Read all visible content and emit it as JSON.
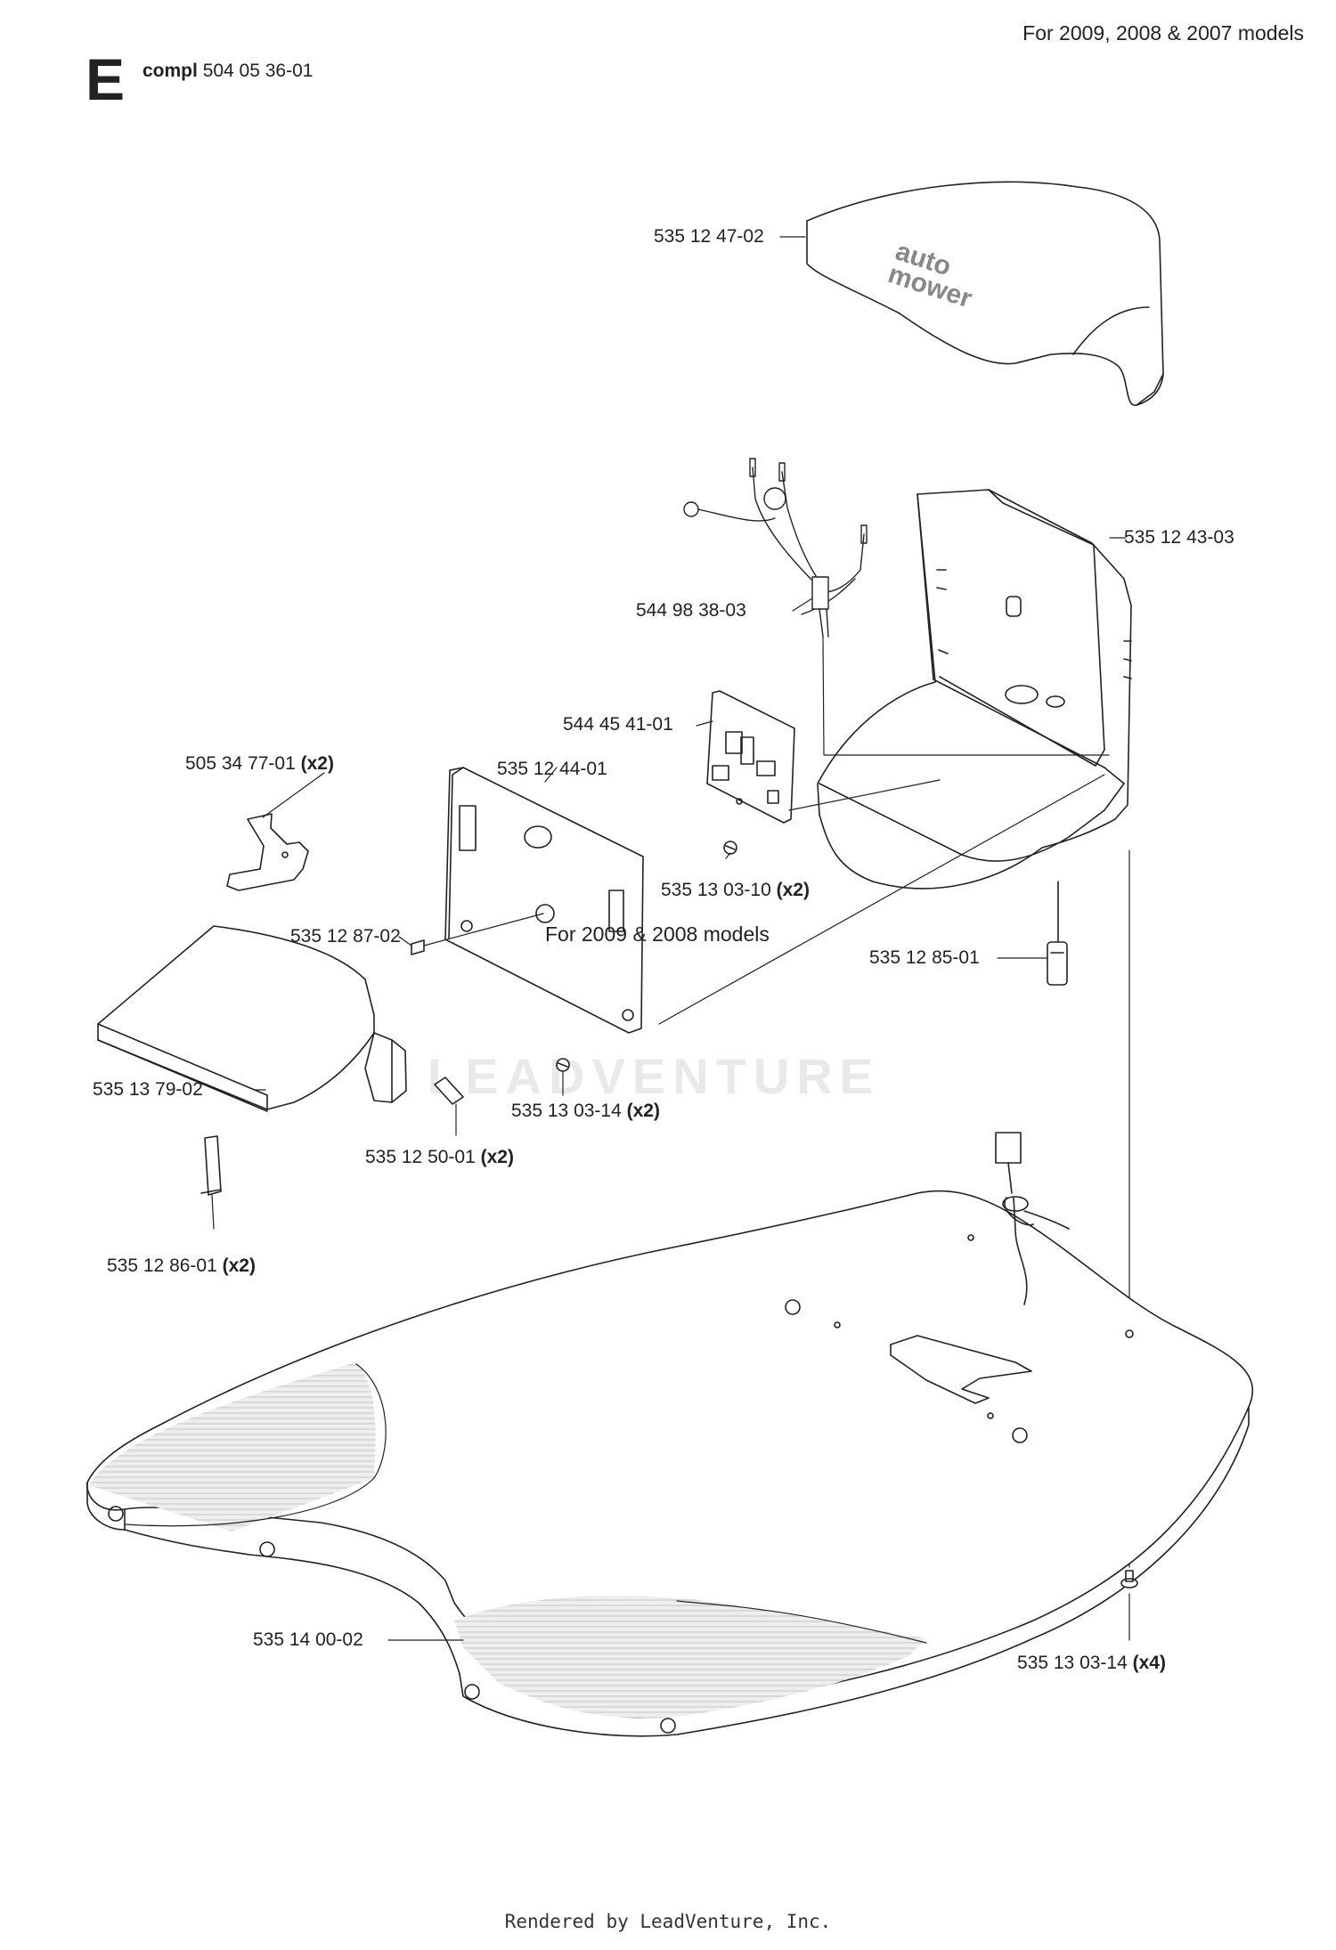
{
  "header": {
    "models": "For 2009, 2008 & 2007 models",
    "section_letter": "E",
    "compl_label": "compl",
    "compl_number": "504 05 36-01"
  },
  "note": "For 2009 & 2008 models",
  "watermark": "LEADVENTURE",
  "logo": {
    "line1": "auto",
    "line2": "mower"
  },
  "parts": [
    {
      "number": "535 12 47-02",
      "qty": ""
    },
    {
      "number": "535 12 43-03",
      "qty": ""
    },
    {
      "number": "544 98 38-03",
      "qty": ""
    },
    {
      "number": "544 45 41-01",
      "qty": ""
    },
    {
      "number": "505 34 77-01",
      "qty": "(x2)"
    },
    {
      "number": "535 12 44-01",
      "qty": ""
    },
    {
      "number": "535 13 03-10",
      "qty": "(x2)"
    },
    {
      "number": "535 12 87-02",
      "qty": ""
    },
    {
      "number": "535 12 85-01",
      "qty": ""
    },
    {
      "number": "535 13 79-02",
      "qty": ""
    },
    {
      "number": "535 13 03-14",
      "qty": "(x2)"
    },
    {
      "number": "535 12 50-01",
      "qty": "(x2)"
    },
    {
      "number": "535 12 86-01",
      "qty": "(x2)"
    },
    {
      "number": "535 13 03-14",
      "qty": "(x4)"
    },
    {
      "number": "535 14 00-02",
      "qty": ""
    }
  ],
  "footer": "Rendered by LeadVenture, Inc."
}
